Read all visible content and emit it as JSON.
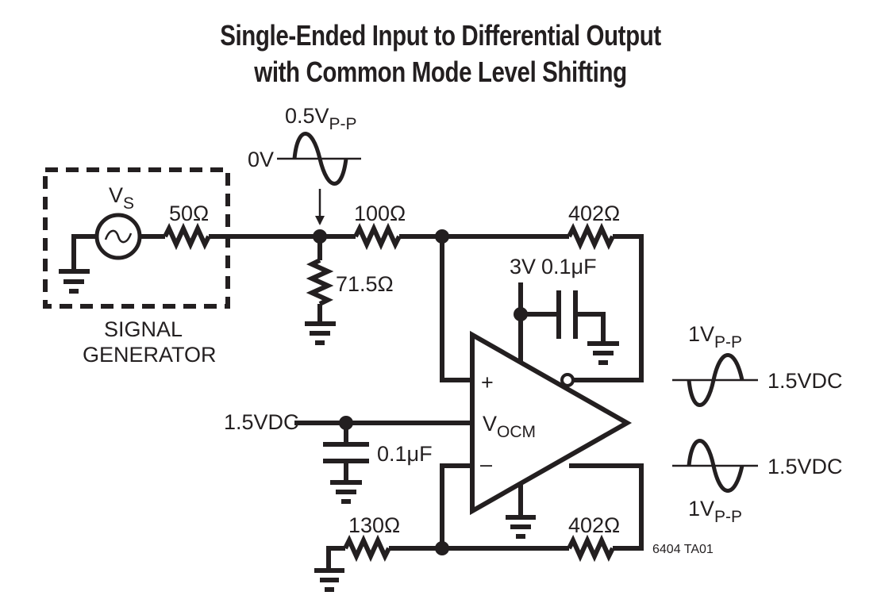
{
  "title": {
    "line1": "Single-Ended Input to Differential Output",
    "line2": "with Common Mode Level Shifting"
  },
  "signal_generator": {
    "label_line1": "SIGNAL",
    "label_line2": "GENERATOR",
    "source_label": "V",
    "source_subscript": "S",
    "source_resistor": "50Ω"
  },
  "input_waveform": {
    "amplitude": "0.5V",
    "amplitude_subscript": "P-P",
    "baseline_label": "0V"
  },
  "components": {
    "r_input_series": "100Ω",
    "r_termination": "71.5Ω",
    "r_feedback_top": "402Ω",
    "r_feedback_bottom": "402Ω",
    "r_gain_bottom": "130Ω",
    "supply_voltage": "3V",
    "c_supply_bypass": "0.1μF",
    "c_vocm_bypass": "0.1μF",
    "vocm_input": "1.5VDC"
  },
  "amplifier": {
    "plus_sign": "+",
    "minus_sign": "–",
    "vocm_label": "V",
    "vocm_subscript": "OCM"
  },
  "output_waveforms": [
    {
      "amplitude": "1V",
      "amplitude_subscript": "P-P",
      "level": "1.5VDC",
      "phase": "inverted"
    },
    {
      "amplitude": "1V",
      "amplitude_subscript": "P-P",
      "level": "1.5VDC",
      "phase": "non-inverted"
    }
  ],
  "figure_id": "6404 TA01"
}
